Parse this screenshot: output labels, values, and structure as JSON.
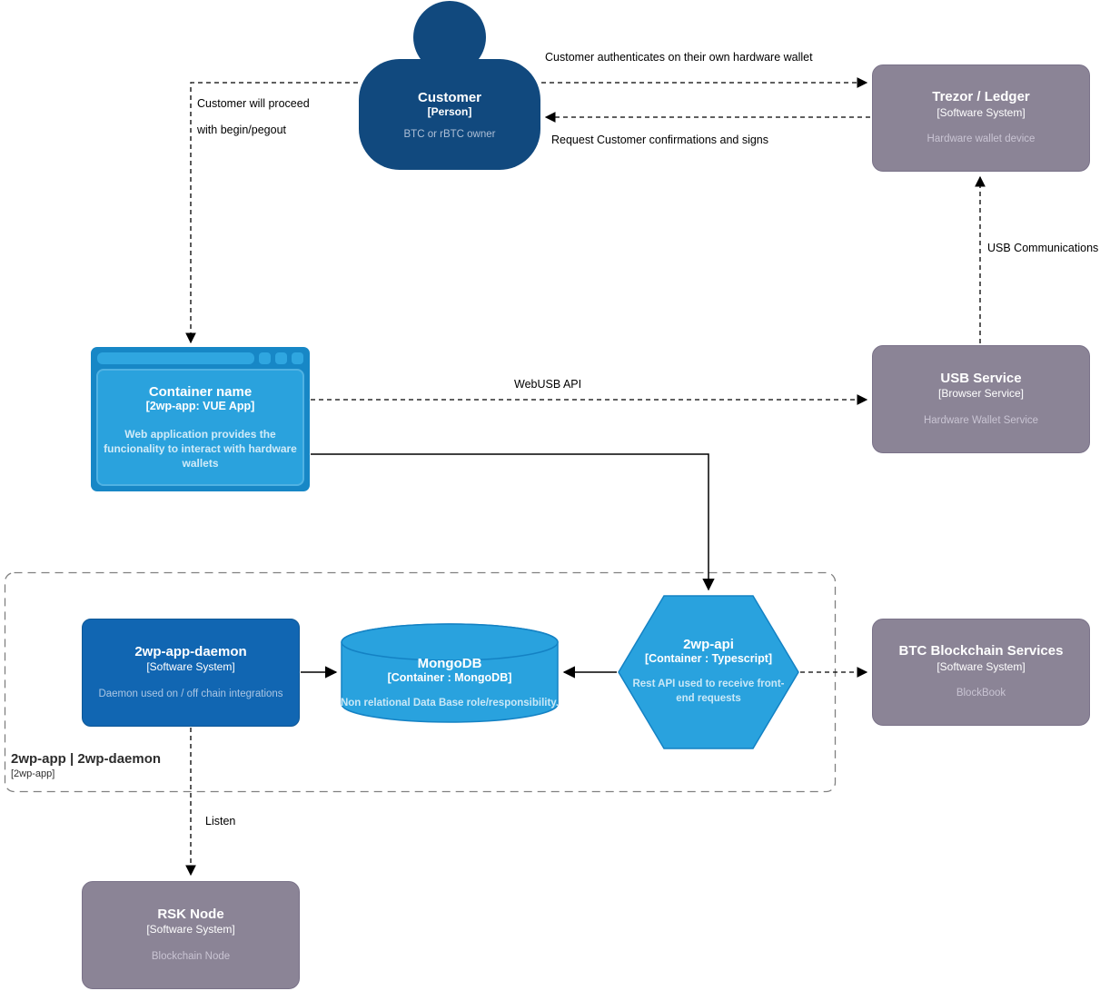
{
  "nodes": {
    "customer": {
      "title": "Customer",
      "type": "[Person]",
      "desc": "BTC or rBTC owner"
    },
    "trezor": {
      "title": "Trezor / Ledger",
      "type": "[Software System]",
      "desc": "Hardware wallet device"
    },
    "webapp": {
      "title": "Container name",
      "type": "[2wp-app: VUE App]",
      "desc": "Web application provides the funcionality to interact with hardware wallets"
    },
    "usb_service": {
      "title": "USB Service",
      "type": "[Browser Service]",
      "desc": "Hardware Wallet Service"
    },
    "daemon": {
      "title": "2wp-app-daemon",
      "type": "[Software System]",
      "desc": "Daemon used on / off chain integrations"
    },
    "mongodb": {
      "title": "MongoDB",
      "type": "[Container : MongoDB]",
      "desc": "Non relational Data Base role/responsibility."
    },
    "api": {
      "title": "2wp-api",
      "type": "[Container : Typescript]",
      "desc": "Rest API used to receive front-end requests"
    },
    "btc": {
      "title": "BTC Blockchain Services",
      "type": "[Software System]",
      "desc": "BlockBook"
    },
    "rsk": {
      "title": "RSK Node",
      "type": "[Software System]",
      "desc": "Blockchain Node"
    }
  },
  "boundary": {
    "title": "2wp-app | 2wp-daemon",
    "type": "[2wp-app]"
  },
  "edge_labels": {
    "authenticates": "Customer authenticates on their own hardware wallet",
    "request_sign": "Request Customer confirmations and signs",
    "proceed_line1": "Customer will proceed",
    "proceed_line2": "with begin/pegout",
    "usb_comm": "USB Communications",
    "webusb": "WebUSB API",
    "listen": "Listen"
  },
  "colors": {
    "person": "#11497E",
    "external_system": "#8B8496",
    "webapp_blue": "#29A2DE",
    "daemon_blue": "#1166B2",
    "edge": "#000000",
    "boundary": "#808080"
  }
}
